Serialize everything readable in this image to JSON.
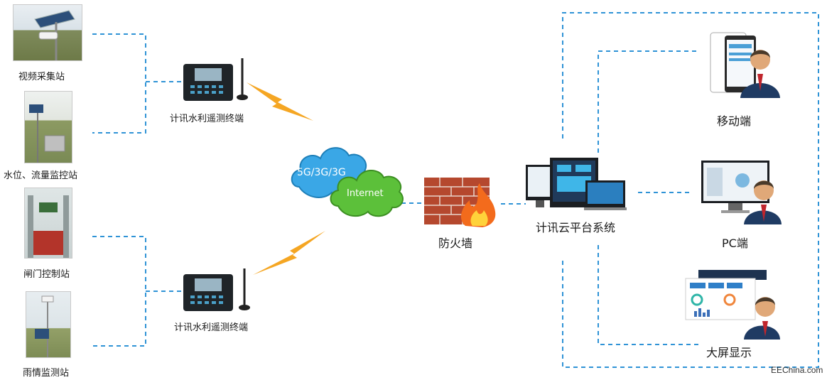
{
  "stations": {
    "video": "视频采集站",
    "water_level": "水位、流量监控站",
    "gate": "闸门控制站",
    "rain": "雨情监测站"
  },
  "terminals": {
    "top": "计讯水利遥测终端",
    "bottom": "计讯水利遥测终端"
  },
  "network": {
    "cloud_5g": "5G/3G/3G",
    "cloud_internet": "Internet",
    "firewall": "防火墙",
    "platform": "计讯云平台系统"
  },
  "clients": {
    "mobile": "移动端",
    "pc": "PC端",
    "big_screen": "大屏显示"
  },
  "watermark": "EEChina.com",
  "colors": {
    "link": "#2f93d6",
    "lightning": "#f5a623",
    "cloud_blue": "#3aa7e6",
    "cloud_green": "#5cc03a",
    "firewall_brick": "#b5482e"
  }
}
